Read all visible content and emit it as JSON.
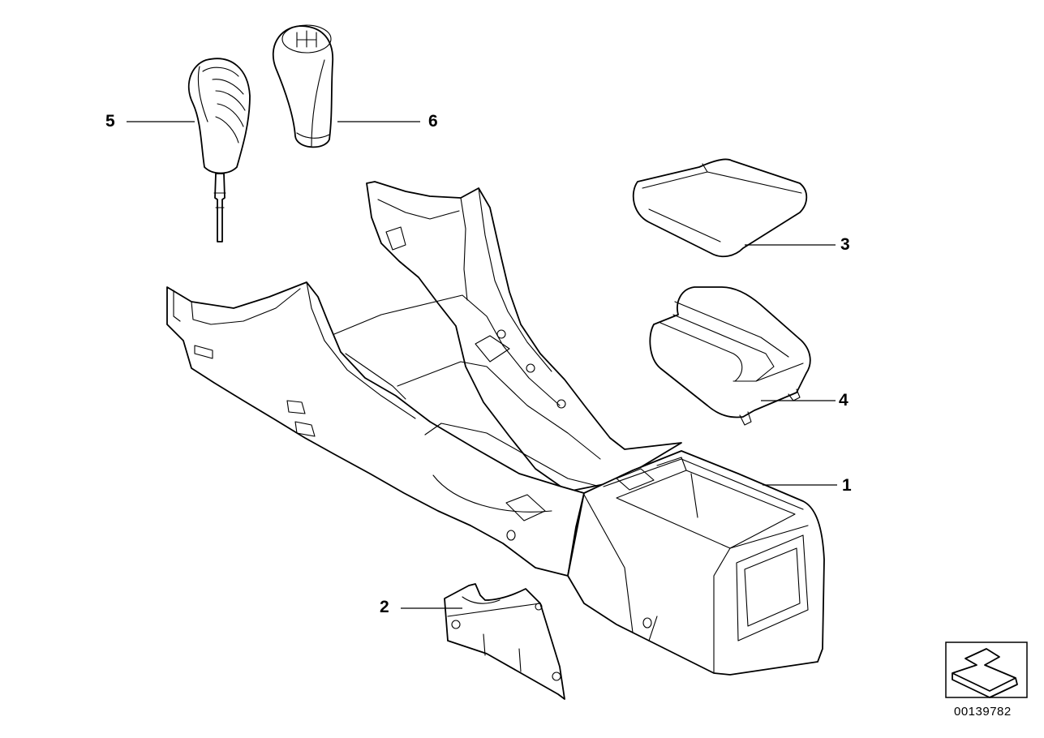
{
  "callouts": {
    "item_1": "1",
    "item_2": "2",
    "item_3": "3",
    "item_4": "4",
    "item_5": "5",
    "item_6": "6"
  },
  "catalog_number": "00139782"
}
